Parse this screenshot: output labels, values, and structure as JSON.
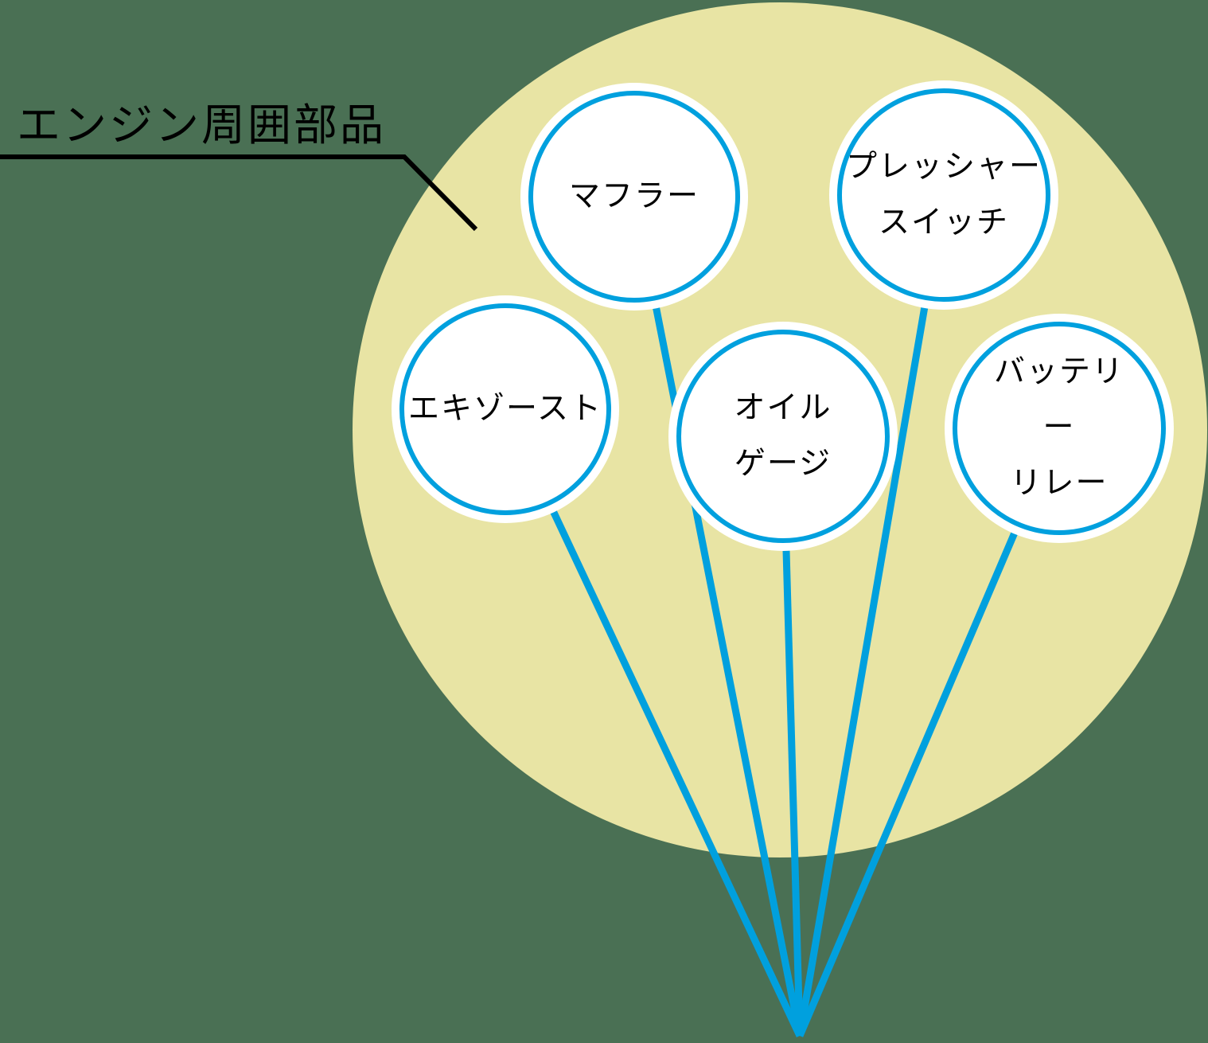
{
  "diagram": {
    "title": "エンジン周囲部品",
    "nodes": [
      {
        "id": "muffler",
        "label": "マフラー"
      },
      {
        "id": "pressure-switch",
        "label": "プレッシャー\nスイッチ"
      },
      {
        "id": "exhaust",
        "label": "エキゾースト"
      },
      {
        "id": "oil-gauge",
        "label": "オイル\nゲージ"
      },
      {
        "id": "battery-relay",
        "label": "バッテリー\nリレー"
      }
    ],
    "colors": {
      "background": "#4A7054",
      "group_fill": "#E8E4A4",
      "node_fill": "#FFFFFF",
      "node_halo": "#FFFFFF",
      "accent_blue": "#00A0DE",
      "leader_black": "#000000",
      "text": "#000000"
    }
  }
}
